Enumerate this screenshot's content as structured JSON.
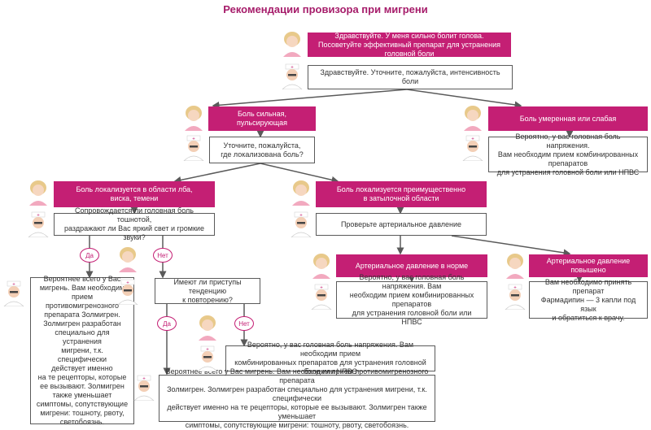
{
  "title": "Рекомендации провизора при мигрени",
  "nodes": {
    "n1": "Здравствуйте. У меня сильно болит голова.\nПосоветуйте эффективный препарат для устранения головной боли",
    "n2": "Здравствуйте. Уточните, пожалуйста, интенсивность боли",
    "n3": "Боль сильная, пульсирующая",
    "n4": "Боль умеренная или слабая",
    "n5": "Уточните, пожалуйста,\nгде локализована боль?",
    "n6": "Вероятно, у вас головная боль напряжения.\nВам необходим прием комбинированных препаратов\nдля устранения головной боли или НПВС",
    "n7": "Боль локализуется в области лба,\nвиска, темени",
    "n8": "Боль локализуется преимущественно\nв затылочной области",
    "n9": "Сопровождается ли головная боль тошнотой,\nраздражают ли Вас яркий свет и громкие звуки?",
    "n10": "Проверьте артериальное давление",
    "n11": "Артериальное давление в норме",
    "n12": "Артериальное давление повышено",
    "n13": "Вероятнее всего у Вас\nмигрень. Вам необходим\nприем противомигренозного\nпрепарата Золмигрен.\nЗолмигрен разработан\nспециально для устранения\nмигрени, т.к. специфически\nдействует именно\nна те рецепторы, которые\nее вызывают. Золмигрен\nтакже уменьшает\nсимптомы, сопутствующие\nмигрени: тошноту, рвоту,\nсветобоязнь.",
    "n14": "Имеют ли приступы тенденцию\nк повторению?",
    "n15": "Вероятно, у вас головная боль напряжения. Вам\nнеобходим прием комбинированных препаратов\nдля устранения головной боли или НПВС",
    "n16": "Вам необходимо принять препарат\nФармадипин — 3 капли под язык\nи обратиться к врачу.",
    "n17": "Вероятно, у вас головная боль напряжения. Вам необходим прием\nкомбинированных препаратов для устранения головной боли или НПВС",
    "n18": "Вероятнее всего у Вас мигрень. Вам необходим прием противомигренозного препарата\nЗолмигрен. Золмигрен разработан специально для устранения мигрени, т.к. специфически\nдействует именно на те рецепторы, которые ее вызывают. Золмигрен также уменьшает\nсимптомы, сопутствующие мигрени: тошноту, рвоту,  светобоязнь."
  },
  "badges": {
    "yes": "Да",
    "no": "Нет"
  },
  "colors": {
    "accent": "#c41f74",
    "title": "#a61c6a",
    "line": "#5a5a5a"
  }
}
